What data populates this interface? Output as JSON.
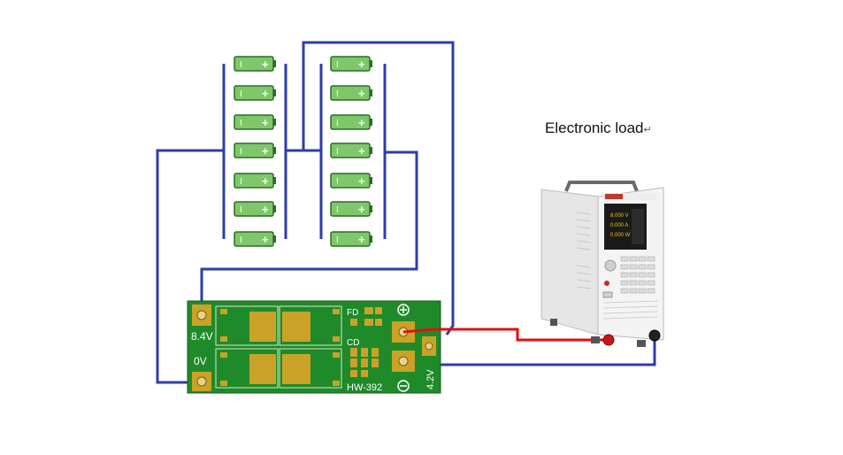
{
  "title": "Electronic load",
  "title_mark": "↵",
  "cell_plus": "+",
  "cell_minus": "I",
  "board": {
    "model": "HW-392",
    "label_84v": "8.4V",
    "label_0v": "0V",
    "label_42v": "4.2V",
    "label_fd": "FD",
    "label_cd": "CD"
  },
  "load": {
    "readings": [
      "8.000 V",
      "0.000 A",
      "0.000 W"
    ]
  },
  "colors": {
    "wire_blue": "#2e3da8",
    "wire_red": "#e01010",
    "pcb": "#1f8a2a",
    "pad": "#c9a227",
    "cell_body": "#7fc86a",
    "cell_dark": "#2d6b2a"
  }
}
